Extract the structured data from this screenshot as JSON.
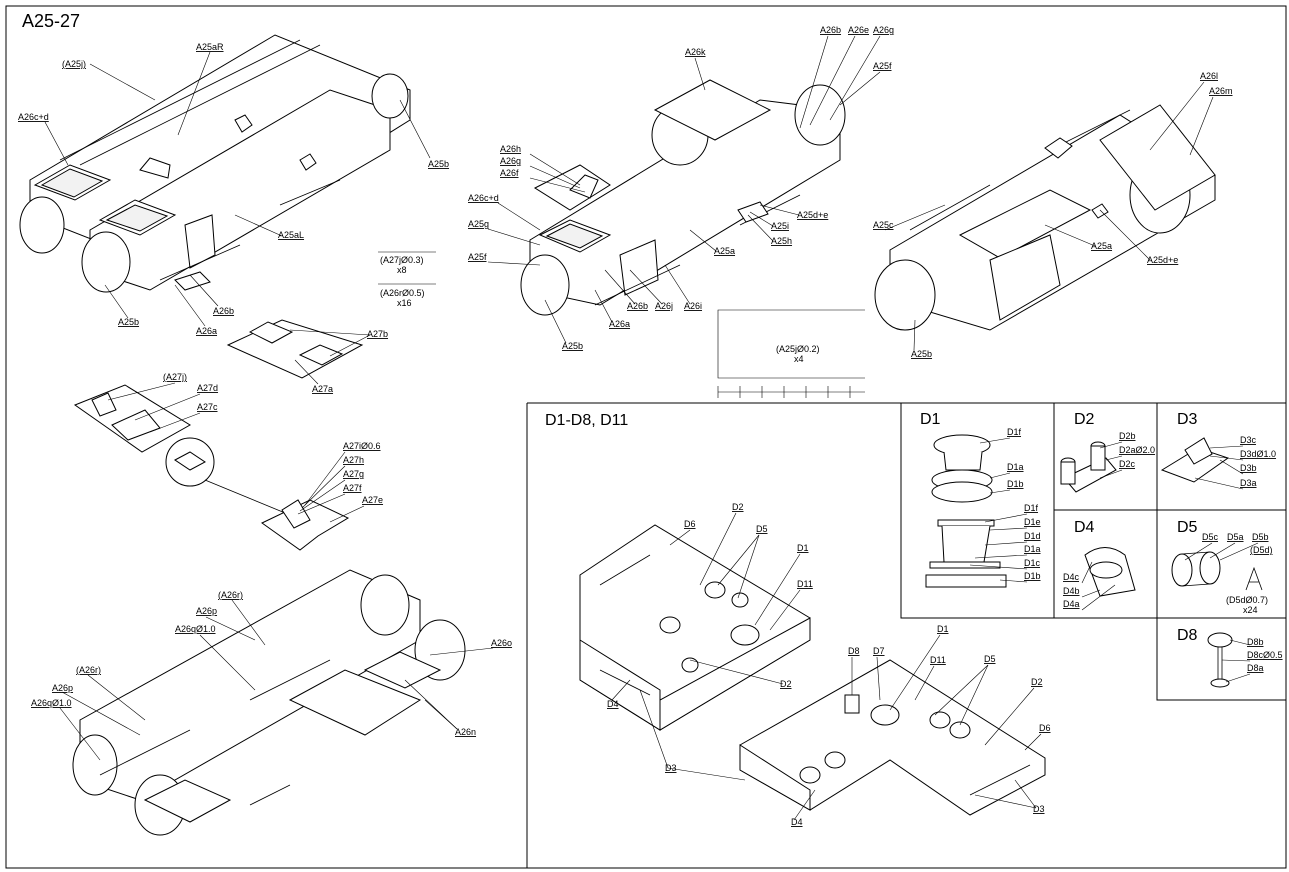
{
  "sections": {
    "main": "A25-27",
    "deck": "D1-D8, D11",
    "d1": "D1",
    "d2": "D2",
    "d3": "D3",
    "d4": "D4",
    "d5": "D5",
    "d8": "D8"
  },
  "notes": {
    "a27j_dim": "(A27jØ0.3)",
    "a27j_qty": "x8",
    "a26r_dim": "(A26rØ0.5)",
    "a26r_qty": "x16",
    "a25j_dim": "(A25jØ0.2)",
    "a25j_qty": "x4",
    "d5d_dim": "(D5dØ0.7)",
    "d5d_qty": "x24"
  },
  "labels": {
    "a25j": "(A25j)",
    "a25ar": "A25aR",
    "a26cd_1": "A26c+d",
    "a25b_1": "A25b",
    "a25al": "A25aL",
    "a25b_2": "A25b",
    "a26a_1": "A26a",
    "a26b_1": "A26b",
    "a27b": "A27b",
    "a27a": "A27a",
    "a27j_p": "(A27j)",
    "a27d": "A27d",
    "a27c": "A27c",
    "a27i": "A27iØ0.6",
    "a27h": "A27h",
    "a27g": "A27g",
    "a27f": "A27f",
    "a27e": "A27e",
    "a26k": "A26k",
    "a26b_2": "A26b",
    "a26e": "A26e",
    "a26g_1": "A26g",
    "a25f_1": "A25f",
    "a26h": "A26h",
    "a26g_2": "A26g",
    "a26f": "A26f",
    "a26cd_2": "A26c+d",
    "a25g": "A25g",
    "a25f_2": "A25f",
    "a25de_1": "A25d+e",
    "a25i": "A25i",
    "a25h": "A25h",
    "a25a_1": "A25a",
    "a26b_3": "A26b",
    "a26j": "A26j",
    "a26i": "A26i",
    "a26a_2": "A26a",
    "a25b_3": "A25b",
    "a26l": "A26l",
    "a26m": "A26m",
    "a25c": "A25c",
    "a25a_2": "A25a",
    "a25de_2": "A25d+e",
    "a25b_4": "A25b",
    "a26r_1": "(A26r)",
    "a26p_1": "A26p",
    "a26q_1": "A26qØ1.0",
    "a26o": "A26o",
    "a26r_2": "(A26r)",
    "a26p_2": "A26p",
    "a26q_2": "A26qØ1.0",
    "a26n": "A26n",
    "d6_1": "D6",
    "d2_1": "D2",
    "d5_1": "D5",
    "d1_1": "D1",
    "d11_1": "D11",
    "d4_1": "D4",
    "d2_2": "D2",
    "d3_1": "D3",
    "d8_1": "D8",
    "d7_1": "D7",
    "d1_2": "D1",
    "d11_2": "D11",
    "d5_2": "D5",
    "d2_3": "D2",
    "d6_2": "D6",
    "d3_2": "D3",
    "d4_2": "D4",
    "d1f_1": "D1f",
    "d1a_1": "D1a",
    "d1b_1": "D1b",
    "d1f_2": "D1f",
    "d1e": "D1e",
    "d1d": "D1d",
    "d1a_2": "D1a",
    "d1c": "D1c",
    "d1b_2": "D1b",
    "d2b": "D2b",
    "d2a": "D2aØ2.0",
    "d2c": "D2c",
    "d3c": "D3c",
    "d3d": "D3dØ1.0",
    "d3b": "D3b",
    "d3a": "D3a",
    "d4c": "D4c",
    "d4b": "D4b",
    "d4a": "D4a",
    "d5c": "D5c",
    "d5a": "D5a",
    "d5b": "D5b",
    "d5d": "(D5d)",
    "d8b": "D8b",
    "d8c": "D8cØ0.5",
    "d8a": "D8a"
  }
}
